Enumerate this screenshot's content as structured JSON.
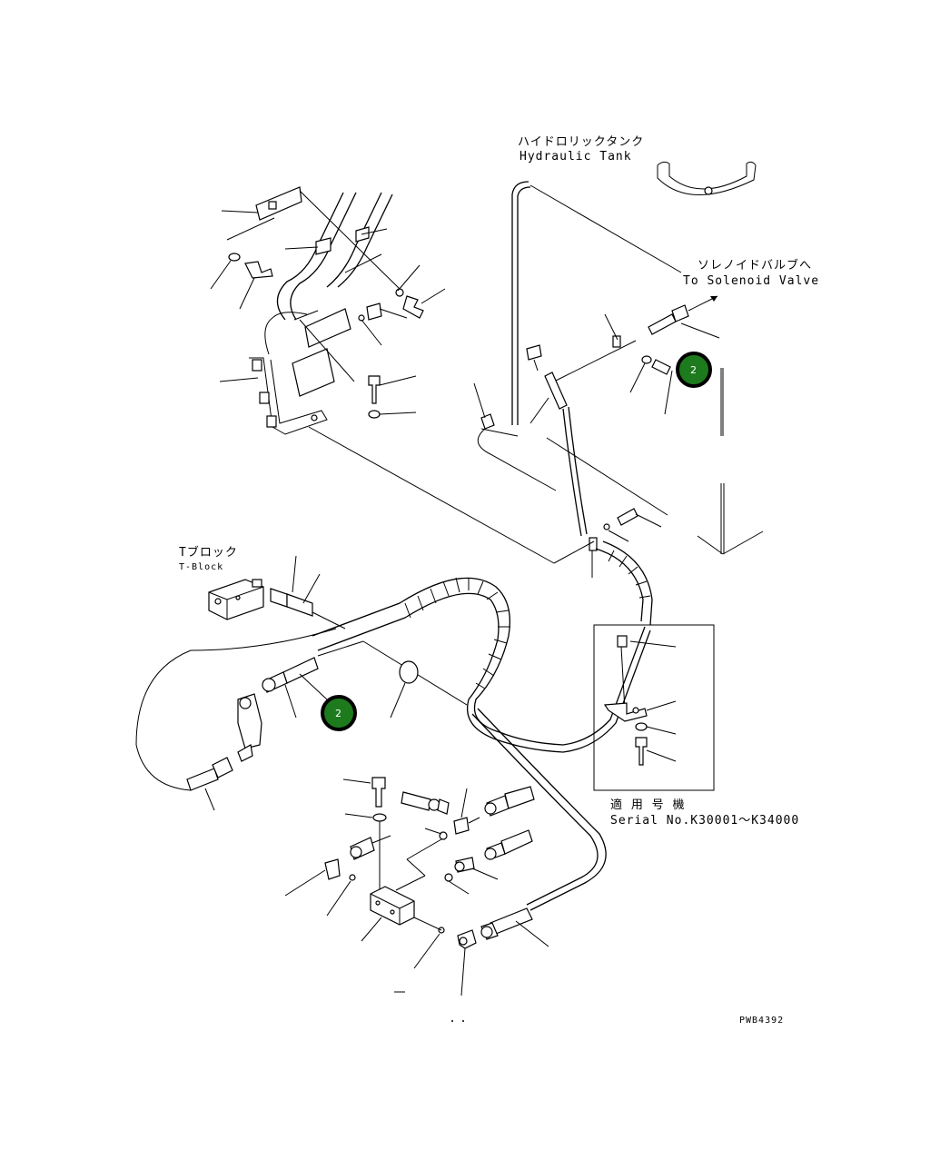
{
  "labels": {
    "hydraulic_tank_jp": "ハイドロリックタンク",
    "hydraulic_tank_en": "Hydraulic Tank",
    "solenoid_valve_jp": "ソレノイドバルブへ",
    "solenoid_valve_en": "To Solenoid Valve",
    "t_block_jp": "Tブロック",
    "t_block_en": "T-Block",
    "serial_jp": "適 用 号 機",
    "serial_en": "Serial No.K30001〜K34000",
    "drawing_code": "PWB4392"
  },
  "callouts": [
    {
      "number": "2",
      "color": "#1d7a1d"
    },
    {
      "number": "2",
      "color": "#1d7a1d"
    }
  ],
  "colors": {
    "line": "#000000",
    "callout_fill": "#1d7a1d",
    "background": "#ffffff"
  }
}
